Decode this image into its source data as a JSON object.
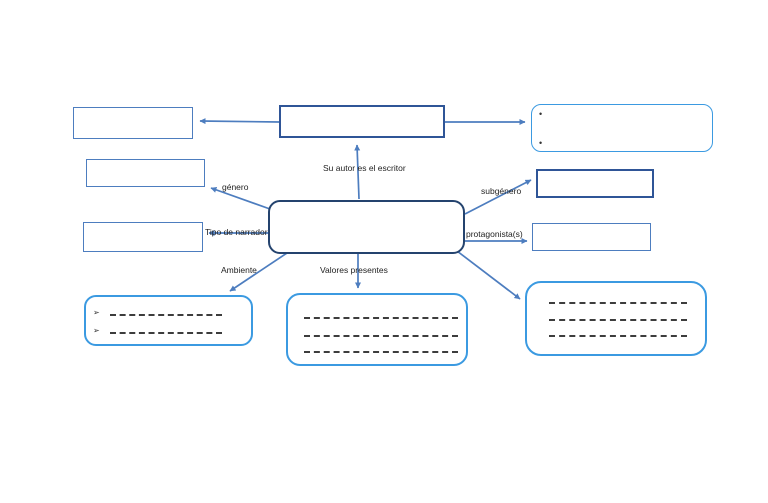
{
  "diagram": {
    "type": "concept-map-worksheet",
    "language": "es",
    "connector_labels": {
      "su_autor": "Su autor es el escritor",
      "genero": "género",
      "subgenero": "subgénero",
      "tipo_narrador": "Tipo de narrador",
      "protagonistas": "protagonista(s)",
      "ambiente": "Ambiente",
      "valores": "Valores presentes"
    },
    "glyphs": {
      "dot_bullet": "•",
      "arrow_bullet": "➢"
    },
    "nodes": {
      "center": {
        "text": ""
      },
      "top_left": {
        "text": ""
      },
      "top_center": {
        "text": ""
      },
      "top_right": {
        "text": "",
        "bullet_count": 2
      },
      "genre_target": {
        "text": ""
      },
      "narrator_target": {
        "text": ""
      },
      "subgenre_target": {
        "text": ""
      },
      "protagonist_target": {
        "text": ""
      },
      "ambiente_target": {
        "blank_lines": 2,
        "bulleted": true
      },
      "valores_target": {
        "blank_lines": 3
      },
      "bottom_right_target": {
        "blank_lines": 3
      }
    },
    "colors": {
      "connector_blue": "#4d7dbf",
      "rect_outline_blue": "#4d7dbf",
      "rect_outline_dark_blue": "#2f5597",
      "center_outline_navy": "#24436e",
      "rounded_outline_light_blue": "#3b9ae1",
      "blank_line_gray": "#3d3d3d",
      "background": "#ffffff"
    }
  }
}
